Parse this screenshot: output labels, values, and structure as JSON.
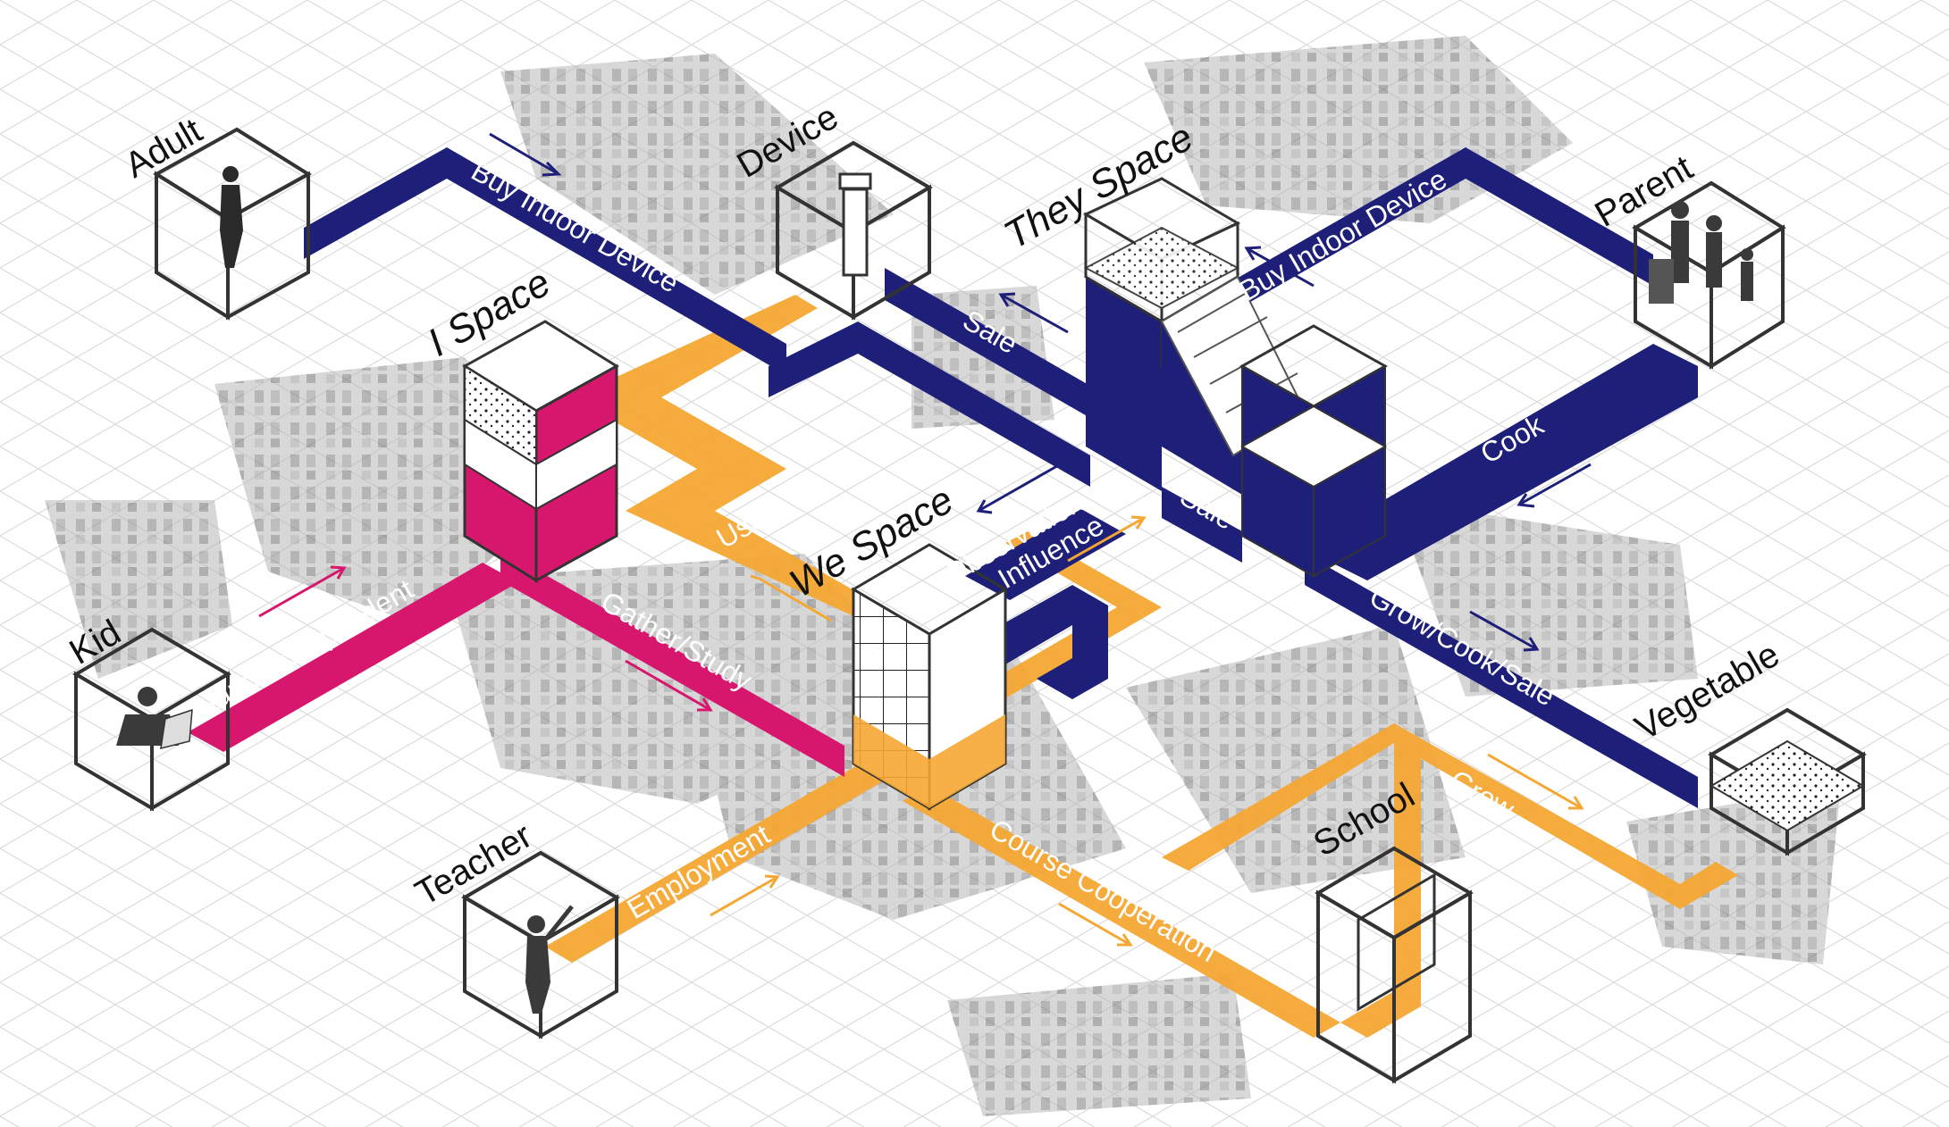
{
  "colors": {
    "navy": "#1d1f78",
    "orange": "#f5a733",
    "magenta": "#d6176d",
    "grid": "#d9d9d9",
    "building": "#9a9a9a",
    "box_line": "#333333"
  },
  "actors": {
    "adult": "Adult",
    "device": "Device",
    "parent": "Parent",
    "kid": "Kid",
    "teacher": "Teacher",
    "school": "School",
    "vegetable": "Vegetable"
  },
  "spaces": {
    "i_space": "I Space",
    "we_space": "We Space",
    "they_space": "They Space"
  },
  "flows": {
    "buy_indoor_device_left": "Buy Indoor Device",
    "buy_indoor_device_right": "Buy Indoor Device",
    "sale_top": "Sale",
    "sale_mid": "Sale",
    "cook": "Cook",
    "observation": "Observation",
    "influence": "Influence",
    "use": "Use",
    "grow_cook_sale": "Grow/Cook/Sale",
    "stand_independent": "Stand&Independent",
    "gather_study": "Gather/Study",
    "employment": "Employment",
    "course_cooperation": "Course Cooperation",
    "grow": "Grow"
  },
  "icons": {
    "adult": "walking-man-icon",
    "device": "lamp-device-icon",
    "parent": "family-icon",
    "kid": "reading-child-icon",
    "teacher": "teacher-icon",
    "vegetable": "soil-icon"
  }
}
